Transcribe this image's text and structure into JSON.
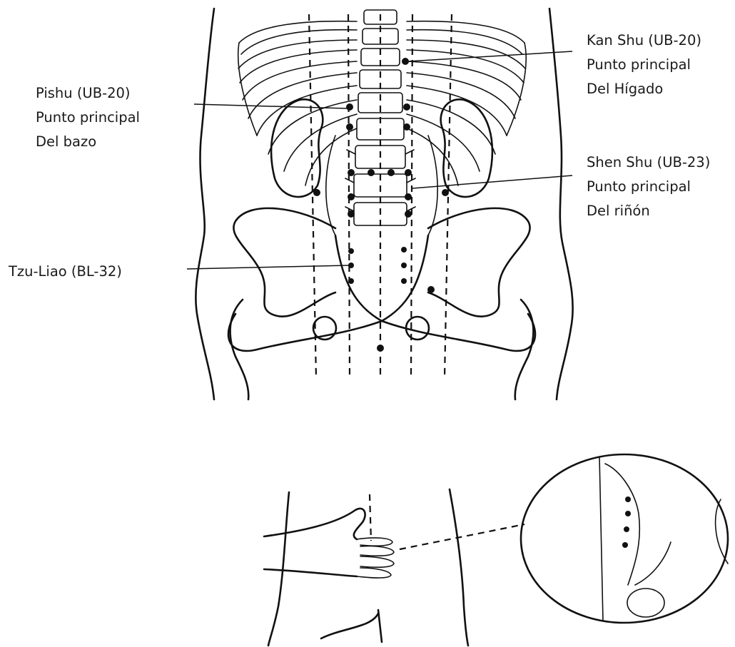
{
  "labels": {
    "pishu_name": "Pishu (UB-20)",
    "pishu_desc1": "Punto principal",
    "pishu_desc2": "Del bazo",
    "kanshu_name": "Kan Shu (UB-20)",
    "kanshu_desc1": "Punto principal",
    "kanshu_desc2": "Del Hígado",
    "shenshu_name": "Shen Shu (UB-23)",
    "shenshu_desc1": "Punto principal",
    "shenshu_desc2": "Del riñón",
    "tzuliao_name": "Tzu-Liao (BL-32)"
  }
}
